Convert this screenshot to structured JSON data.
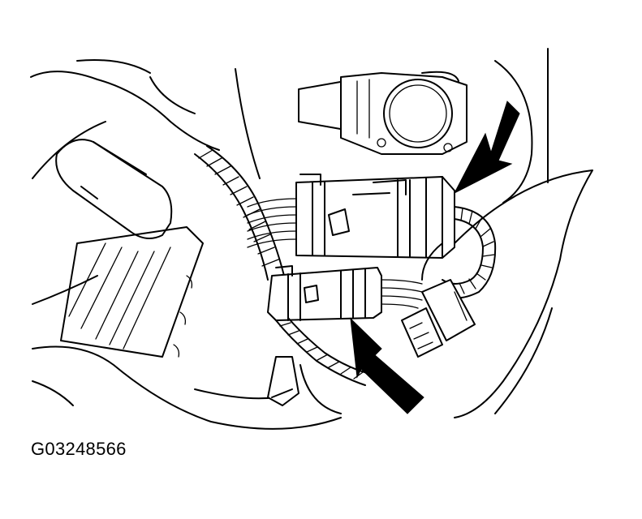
{
  "figure": {
    "code": "G03248566",
    "callouts": [
      {
        "id": "upper",
        "icon": "arrow-icon"
      },
      {
        "id": "lower",
        "icon": "arrow-icon"
      }
    ]
  }
}
